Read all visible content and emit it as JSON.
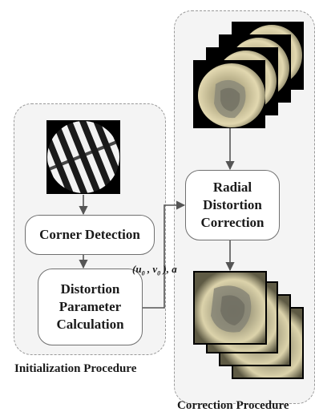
{
  "initialization": {
    "caption": "Initialization Procedure",
    "steps": {
      "corner_detection": "Corner Detection",
      "distortion_parameter": "Distortion\nParameter\nCalculation"
    }
  },
  "correction": {
    "caption": "Correction Procedure",
    "steps": {
      "radial_correction": "Radial\nDistortion\nCorrection"
    }
  },
  "parameters": {
    "u": "u",
    "u_sub": "0",
    "sep1": " , ",
    "v": "v",
    "v_sub": "0",
    "tail": " ), a",
    "open": "("
  },
  "colors": {
    "panel_fill": "#f4f4f4",
    "panel_border": "#9a9a9a",
    "arrow": "#555555",
    "box_border": "#707070"
  },
  "images": {
    "calibration_pattern": "striped-sphere-image",
    "input_stack": "endoscopic-frames-input",
    "output_stack": "endoscopic-frames-corrected"
  }
}
